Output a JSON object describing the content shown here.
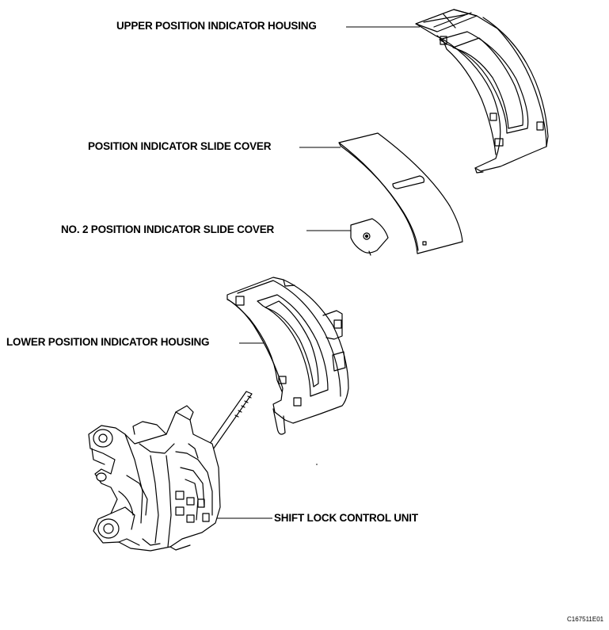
{
  "labels": {
    "upper_housing": "UPPER POSITION INDICATOR HOUSING",
    "slide_cover": "POSITION INDICATOR SLIDE COVER",
    "no2_slide_cover": "NO. 2 POSITION INDICATOR SLIDE COVER",
    "lower_housing": "LOWER POSITION INDICATOR HOUSING",
    "shift_lock_unit": "SHIFT LOCK CONTROL UNIT"
  },
  "figure_code": "C167511E01"
}
